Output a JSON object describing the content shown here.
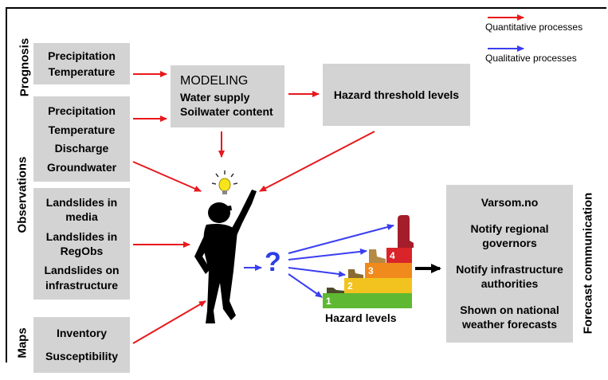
{
  "legend": {
    "quantitative": "Quantitative processes",
    "qualitative": "Qualitative processes",
    "quantitative_color": "#e8181c",
    "qualitative_color": "#3a3ef0"
  },
  "side_labels": {
    "prognosis": "Prognosis",
    "observations": "Observations",
    "maps": "Maps",
    "forecast": "Forecast communication"
  },
  "prognosis_box": {
    "items": [
      "Precipitation",
      "Temperature"
    ]
  },
  "observations_box1": {
    "items": [
      "Precipitation",
      "Temperature",
      "Discharge",
      "Groundwater"
    ]
  },
  "observations_box2": {
    "items": [
      "Landslides in media",
      "Landslides in RegObs",
      "Landslides on infrastructure"
    ]
  },
  "maps_box": {
    "items": [
      "Inventory",
      "Susceptibility"
    ]
  },
  "modeling_box": {
    "title": "MODELING",
    "line1": "Water supply",
    "line2": "Soilwater content"
  },
  "hazard_threshold": "Hazard threshold levels",
  "question_mark": "?",
  "hazard_levels": {
    "label": "Hazard levels",
    "steps": [
      "1",
      "2",
      "3",
      "4"
    ],
    "colors": [
      "#5fb832",
      "#f2c31f",
      "#f08a1c",
      "#d9242a"
    ]
  },
  "forecast_box": {
    "items": [
      "Varsom.no",
      "Notify regional governors",
      "Notify infrastructure authorities",
      "Shown on national weather forecasts"
    ]
  }
}
